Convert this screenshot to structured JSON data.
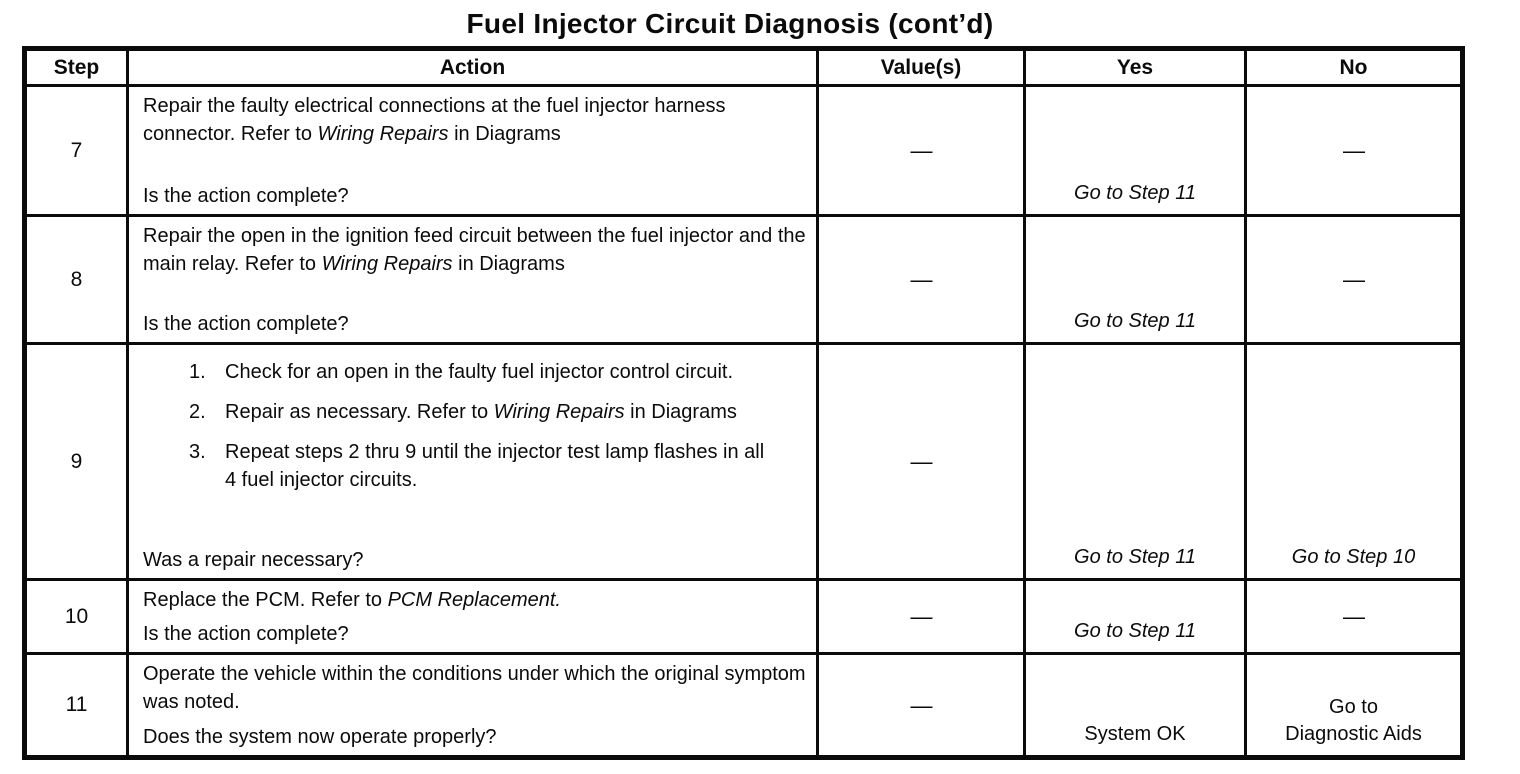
{
  "page_title": "Fuel Injector Circuit Diagnosis  (cont’d)",
  "table": {
    "headers": [
      "Step",
      "Action",
      "Value(s)",
      "Yes",
      "No"
    ],
    "rows": [
      {
        "step": "7",
        "action": {
          "paragraphs": [
            [
              {
                "text": "Repair the faulty electrical connections at the fuel injector harness connector. Refer to "
              },
              {
                "text": "Wiring Repairs",
                "italic": true
              },
              {
                "text": " in Diagrams"
              }
            ]
          ],
          "question": "Is the action complete?"
        },
        "value": {
          "lines": [
            "—"
          ],
          "italic": false
        },
        "yes": {
          "lines": [
            "Go to Step 11"
          ],
          "italic": true
        },
        "no": {
          "lines": [
            "—"
          ],
          "italic": false
        }
      },
      {
        "step": "8",
        "action": {
          "paragraphs": [
            [
              {
                "text": "Repair the open in the ignition feed circuit between the fuel injector and the main relay. Refer to "
              },
              {
                "text": "Wiring Repairs",
                "italic": true
              },
              {
                "text": " in Diagrams"
              }
            ]
          ],
          "question": "Is the action complete?"
        },
        "value": {
          "lines": [
            "—"
          ],
          "italic": false
        },
        "yes": {
          "lines": [
            "Go to Step 11"
          ],
          "italic": true
        },
        "no": {
          "lines": [
            "—"
          ],
          "italic": false
        }
      },
      {
        "step": "9",
        "action": {
          "list": [
            {
              "num": "1.",
              "segments": [
                {
                  "text": "Check for an open in the faulty fuel injector control circuit."
                }
              ]
            },
            {
              "num": "2.",
              "segments": [
                {
                  "text": "Repair as necessary. Refer to "
                },
                {
                  "text": "Wiring Repairs",
                  "italic": true
                },
                {
                  "text": " in Diagrams"
                }
              ]
            },
            {
              "num": "3.",
              "segments": [
                {
                  "text": "Repeat steps 2 thru 9 until the injector test lamp flashes in all 4 fuel injector circuits."
                }
              ]
            }
          ],
          "question": "Was a repair necessary?"
        },
        "value": {
          "lines": [
            "—"
          ],
          "italic": false
        },
        "yes": {
          "lines": [
            "Go to Step 11"
          ],
          "italic": true
        },
        "no": {
          "lines": [
            "Go to Step 10"
          ],
          "italic": true
        }
      },
      {
        "step": "10",
        "action": {
          "paragraphs": [
            [
              {
                "text": "Replace the PCM. Refer to "
              },
              {
                "text": "PCM Replacement.",
                "italic": true
              }
            ]
          ],
          "question": "Is the action complete?"
        },
        "value": {
          "lines": [
            "—"
          ],
          "italic": false
        },
        "yes": {
          "lines": [
            "Go to Step 11"
          ],
          "italic": true
        },
        "no": {
          "lines": [
            "—"
          ],
          "italic": false
        }
      },
      {
        "step": "11",
        "action": {
          "paragraphs": [
            [
              {
                "text": "Operate the vehicle within the conditions under which the original symptom was noted."
              }
            ]
          ],
          "question": "Does the system now operate properly?"
        },
        "value": {
          "lines": [
            "—"
          ],
          "italic": false
        },
        "yes": {
          "lines": [
            "System OK"
          ],
          "italic": false
        },
        "no": {
          "lines": [
            "Go to",
            "Diagnostic Aids"
          ],
          "italic": false
        }
      }
    ]
  }
}
